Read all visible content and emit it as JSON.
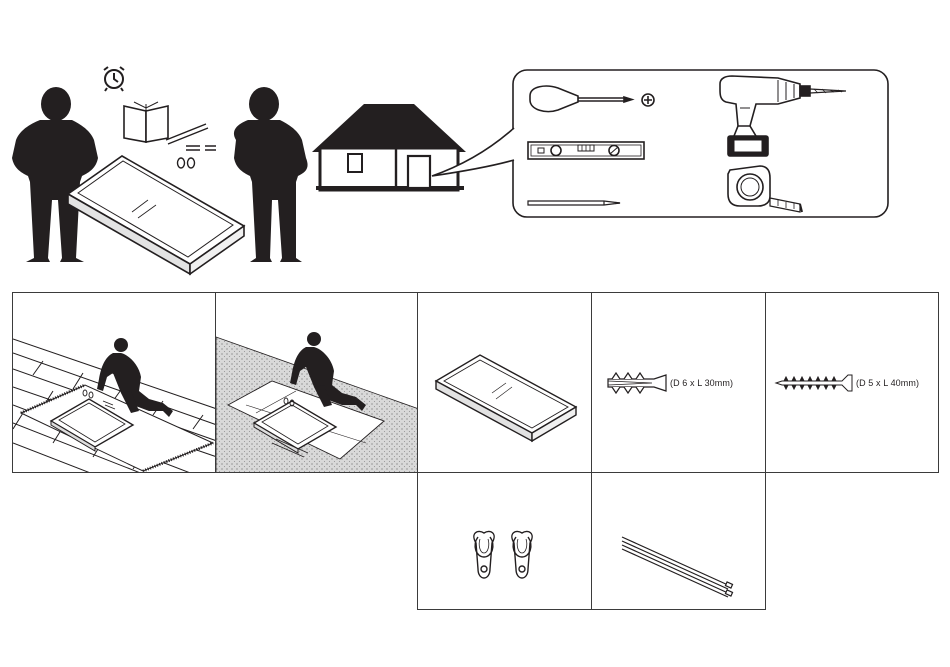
{
  "header": {
    "people": 2,
    "required_tools": [
      "phillips-screwdriver",
      "spirit-level",
      "pencil",
      "cordless-drill",
      "tape-measure"
    ]
  },
  "parts": [
    {
      "name": "mirror-frame",
      "spec": ""
    },
    {
      "name": "wall-plug",
      "spec": "(D 6 x L 30mm)"
    },
    {
      "name": "screw",
      "spec": "(D 5 x L 40mm)"
    },
    {
      "name": "hanging-bracket",
      "spec": ""
    },
    {
      "name": "cable-tie",
      "spec": ""
    }
  ],
  "colors": {
    "ink": "#231f20",
    "line": "#3b3b3b",
    "paper": "#ffffff",
    "floor_shade": "#d9d9d9"
  }
}
